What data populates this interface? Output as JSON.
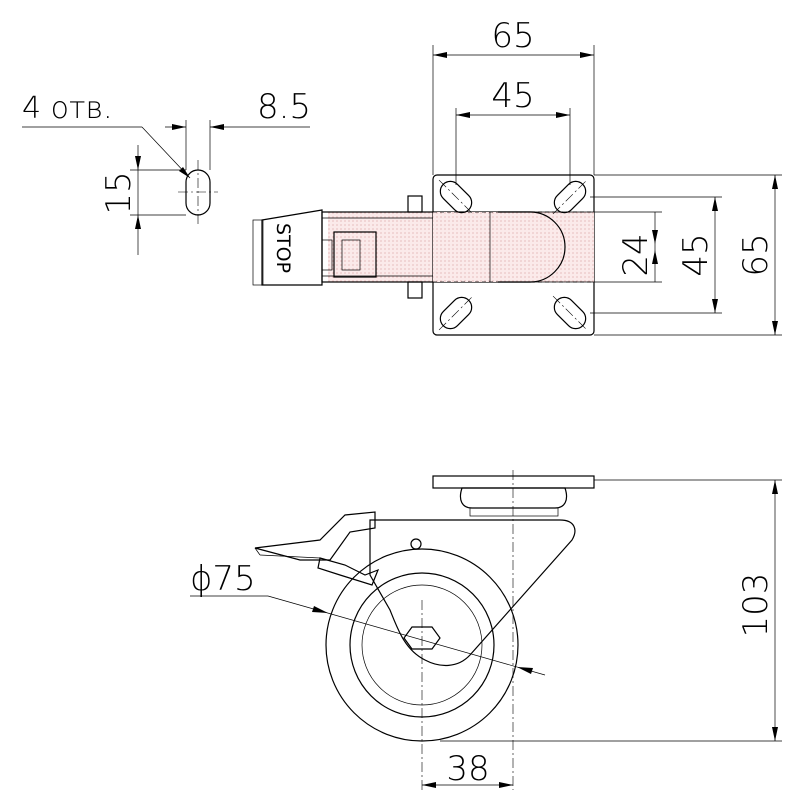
{
  "dimensions": {
    "plate_width": "65",
    "hole_spacing_x": "45",
    "plate_height": "65",
    "hole_spacing_y": "45",
    "bracket_width": "24",
    "slot_width": "8.5",
    "slot_length": "15",
    "wheel_diameter": "ϕ75",
    "total_height": "103",
    "offset": "38"
  },
  "labels": {
    "holes_note": "4 отв.",
    "brake_marking": "STOP"
  }
}
